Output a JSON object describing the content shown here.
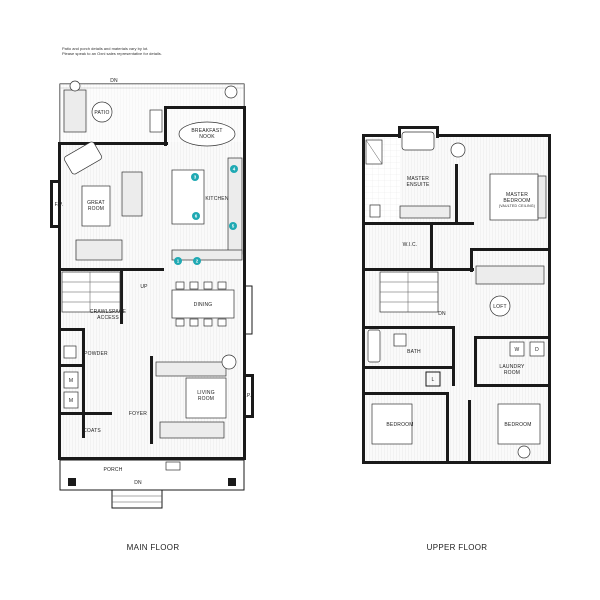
{
  "note": {
    "line1": "Patio and porch details and materials vary by lot.",
    "line2": "Please speak to an Oxni sales representative for details."
  },
  "main_floor": {
    "caption": "MAIN FLOOR",
    "rooms": {
      "dn_top": "DN",
      "patio": "PATIO",
      "breakfast_line1": "BREAKFAST",
      "breakfast_line2": "NOOK",
      "great_line1": "GREAT",
      "great_line2": "ROOM",
      "fp_left": "F.P.",
      "kitchen": "KITCHEN",
      "up": "UP",
      "dining": "DINING",
      "crawl_line1": "CRAWLSPACE",
      "crawl_line2": "ACCESS",
      "powder": "POWDER",
      "living_line1": "LIVING",
      "living_line2": "ROOM",
      "fp_right": "F.P.",
      "m1": "M",
      "m2": "M",
      "foyer": "FOYER",
      "coats": "COATS",
      "porch": "PORCH",
      "dn_bottom": "DN"
    },
    "markers": [
      "1",
      "2",
      "3",
      "4",
      "5",
      "6"
    ]
  },
  "upper_floor": {
    "caption": "UPPER FLOOR",
    "rooms": {
      "ensuite_line1": "MASTER",
      "ensuite_line2": "ENSUITE",
      "master_line1": "MASTER",
      "master_line2": "BEDROOM",
      "master_line3": "(VAULTED CEILING)",
      "wic": "W.I.C.",
      "loft": "LOFT",
      "dn": "DN",
      "bath": "BATH",
      "w": "W",
      "d": "D",
      "laundry_line1": "LAUNDRY",
      "laundry_line2": "ROOM",
      "l": "L",
      "bedroom_left": "BEDROOM",
      "bedroom_right": "BEDROOM"
    }
  }
}
